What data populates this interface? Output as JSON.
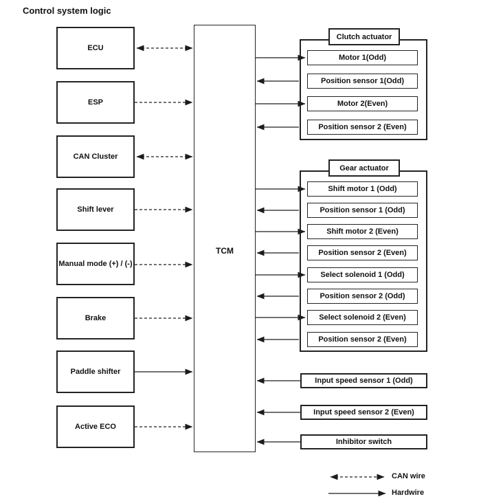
{
  "title": "Control system logic",
  "tcm": {
    "label": "TCM"
  },
  "inputs": [
    {
      "label": "ECU",
      "wire": "CAN",
      "direction": "bidirectional"
    },
    {
      "label": "ESP",
      "wire": "CAN",
      "direction": "to-tcm"
    },
    {
      "label": "CAN Cluster",
      "wire": "CAN",
      "direction": "bidirectional"
    },
    {
      "label": "Shift lever",
      "wire": "CAN",
      "direction": "to-tcm"
    },
    {
      "label": "Manual mode (+) / (-)",
      "wire": "CAN",
      "direction": "to-tcm"
    },
    {
      "label": "Brake",
      "wire": "CAN",
      "direction": "to-tcm"
    },
    {
      "label": "Paddle shifter",
      "wire": "hardwire",
      "direction": "to-tcm"
    },
    {
      "label": "Active ECO",
      "wire": "CAN",
      "direction": "to-tcm"
    }
  ],
  "clutch_actuator": {
    "title": "Clutch actuator",
    "items": [
      {
        "label": "Motor 1(Odd)",
        "wire": "hardwire",
        "direction": "from-tcm"
      },
      {
        "label": "Position sensor 1(Odd)",
        "wire": "hardwire",
        "direction": "to-tcm"
      },
      {
        "label": "Motor 2(Even)",
        "wire": "hardwire",
        "direction": "from-tcm"
      },
      {
        "label": "Position sensor 2 (Even)",
        "wire": "hardwire",
        "direction": "to-tcm"
      }
    ]
  },
  "gear_actuator": {
    "title": "Gear actuator",
    "items": [
      {
        "label": "Shift motor 1 (Odd)",
        "wire": "hardwire",
        "direction": "from-tcm"
      },
      {
        "label": "Position sensor 1 (Odd)",
        "wire": "hardwire",
        "direction": "to-tcm"
      },
      {
        "label": "Shift motor 2 (Even)",
        "wire": "hardwire",
        "direction": "from-tcm"
      },
      {
        "label": "Position sensor 2 (Even)",
        "wire": "hardwire",
        "direction": "to-tcm"
      },
      {
        "label": "Select solenoid 1 (Odd)",
        "wire": "hardwire",
        "direction": "from-tcm"
      },
      {
        "label": "Position sensor 2 (Odd)",
        "wire": "hardwire",
        "direction": "to-tcm"
      },
      {
        "label": "Select solenoid 2 (Even)",
        "wire": "hardwire",
        "direction": "from-tcm"
      },
      {
        "label": "Position sensor 2 (Even)",
        "wire": "hardwire",
        "direction": "to-tcm"
      }
    ]
  },
  "sensors": [
    {
      "label": "Input speed sensor 1 (Odd)",
      "wire": "hardwire",
      "direction": "to-tcm"
    },
    {
      "label": "Input speed sensor 2 (Even)",
      "wire": "hardwire",
      "direction": "to-tcm"
    },
    {
      "label": "Inhibitor switch",
      "wire": "hardwire",
      "direction": "to-tcm"
    }
  ],
  "legend": [
    {
      "label": "CAN wire",
      "style": "dashed-bidirectional-arrow"
    },
    {
      "label": "Hardwire",
      "style": "solid-arrow"
    }
  ]
}
